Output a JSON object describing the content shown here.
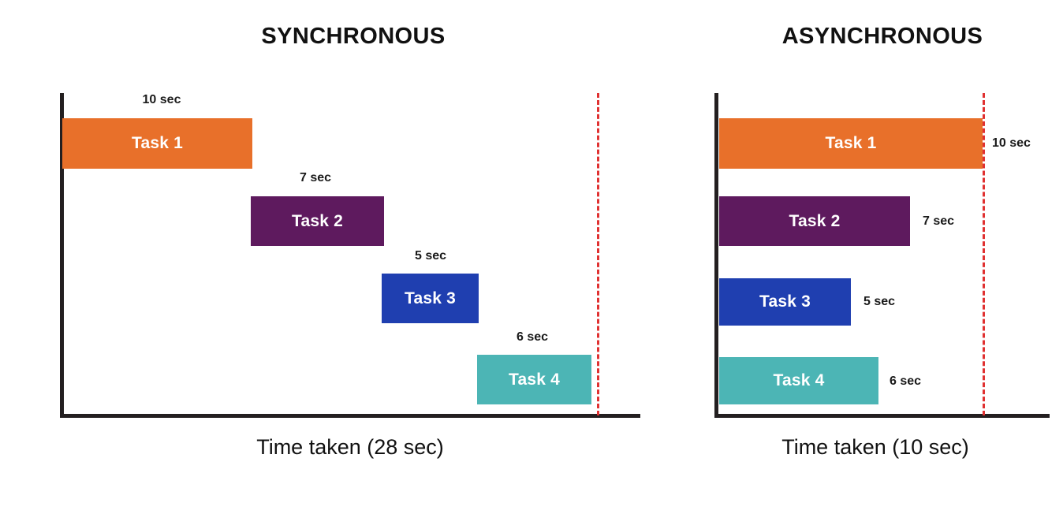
{
  "chart_data": {
    "type": "bar",
    "title": "Synchronous vs Asynchronous task execution timeline",
    "panels": [
      {
        "id": "synchronous",
        "title": "SYNCHRONOUS",
        "caption": "Time taken (28 sec)",
        "total_seconds": 28,
        "mode": "sequential",
        "deadline_label": "",
        "tasks": [
          {
            "label": "Task 1",
            "duration_label": "10 sec",
            "seconds": 10,
            "start": 0,
            "color": "#e8702a"
          },
          {
            "label": "Task 2",
            "duration_label": "7 sec",
            "seconds": 7,
            "start": 10,
            "color": "#5e1a5e"
          },
          {
            "label": "Task 3",
            "duration_label": "5 sec",
            "seconds": 5,
            "start": 17,
            "color": "#1f3fb0"
          },
          {
            "label": "Task 4",
            "duration_label": "6 sec",
            "seconds": 6,
            "start": 22,
            "color": "#4cb5b5"
          }
        ]
      },
      {
        "id": "asynchronous",
        "title": "ASYNCHRONOUS",
        "caption": "Time taken (10 sec)",
        "total_seconds": 10,
        "mode": "parallel",
        "deadline_label": "",
        "tasks": [
          {
            "label": "Task 1",
            "duration_label": "10 sec",
            "seconds": 10,
            "start": 0,
            "color": "#e8702a"
          },
          {
            "label": "Task 2",
            "duration_label": "7 sec",
            "seconds": 7,
            "start": 0,
            "color": "#5e1a5e"
          },
          {
            "label": "Task 3",
            "duration_label": "5 sec",
            "seconds": 5,
            "start": 0,
            "color": "#1f3fb0"
          },
          {
            "label": "Task 4",
            "duration_label": "6 sec",
            "seconds": 6,
            "start": 0,
            "color": "#4cb5b5"
          }
        ]
      }
    ],
    "xlabel": "Time",
    "ylabel": "",
    "grid": false,
    "legend": "none",
    "colors": {
      "task1": "#e8702a",
      "task2": "#5e1a5e",
      "task3": "#1f3fb0",
      "task4": "#4cb5b5",
      "axis": "#231f20",
      "deadline": "#e03131",
      "background": "#ffffff",
      "text": "#111111"
    }
  },
  "left_panel": {
    "title": "SYNCHRONOUS",
    "caption": "Time taken (28 sec)",
    "tasks": [
      {
        "label": "Task 1",
        "duration": "10 sec"
      },
      {
        "label": "Task 2",
        "duration": "7 sec"
      },
      {
        "label": "Task 3",
        "duration": "5 sec"
      },
      {
        "label": "Task 4",
        "duration": "6 sec"
      }
    ]
  },
  "right_panel": {
    "title": "ASYNCHRONOUS",
    "caption": "Time taken (10 sec)",
    "tasks": [
      {
        "label": "Task 1",
        "duration": "10 sec"
      },
      {
        "label": "Task 2",
        "duration": "7 sec"
      },
      {
        "label": "Task 3",
        "duration": "5 sec"
      },
      {
        "label": "Task 4",
        "duration": "6 sec"
      }
    ]
  }
}
